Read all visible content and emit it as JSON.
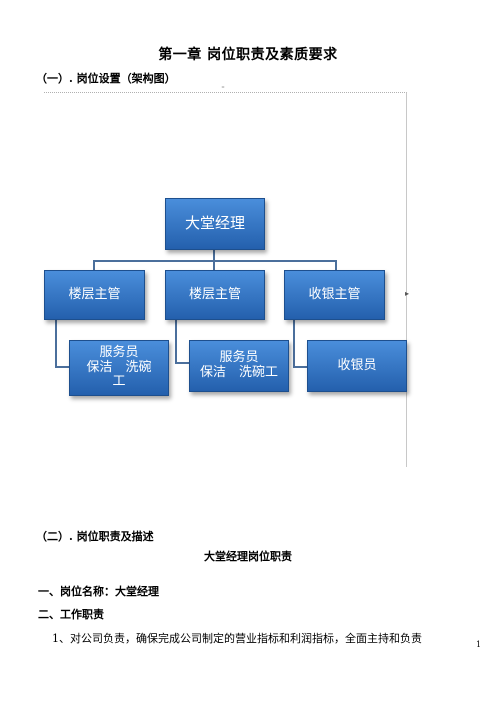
{
  "chapter_title": "第一章  岗位职责及素质要求",
  "section1_label": "（一）. 岗位设置（架构图）",
  "org_chart": {
    "top": "大堂经理",
    "managers": [
      "楼层主管",
      "楼层主管",
      "收银主管"
    ],
    "staff": [
      [
        "服务员",
        "保洁　洗碗",
        "工"
      ],
      [
        "服务员",
        "保洁　洗碗工"
      ],
      [
        "收银员"
      ]
    ]
  },
  "section2_label": "（二）. 岗位职责及描述",
  "duty_title": "大堂经理岗位职责",
  "item1": "一、岗位名称：大堂经理",
  "item2": "二、工作职责",
  "para1": "1、对公司负责，确保完成公司制定的营业指标和利润指标，全面主持和负责",
  "page_number": "1",
  "frame_marker_top": "¨",
  "frame_marker_right": "▸"
}
